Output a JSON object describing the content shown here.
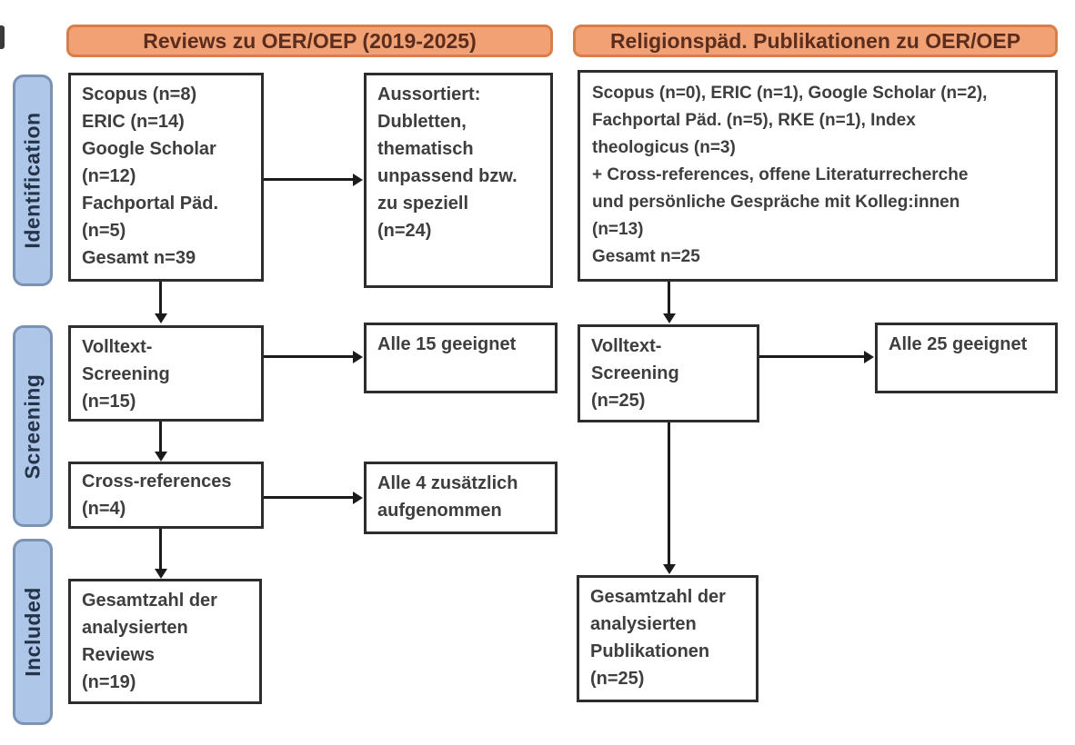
{
  "colors": {
    "header_fill": "#F1A173",
    "header_border": "#D87E4B",
    "header_text": "#5A2D1E",
    "stage_fill": "#AEC6E8",
    "stage_border": "#7B92B4",
    "stage_text": "#253349",
    "box_border": "#2D2D2D",
    "box_text": "#3E3E3E",
    "arrow": "#1B1B1B"
  },
  "headers": {
    "left": "Reviews zu OER/OEP (2019-2025)",
    "right": "Religionspäd. Publikationen zu OER/OEP"
  },
  "stages": {
    "identification": "Identification",
    "screening": "Screening",
    "included": "Included"
  },
  "left_flow": {
    "identification_box": "Scopus (n=8)\nERIC (n=14)\nGoogle Scholar\n(n=12)\nFachportal Päd.\n(n=5)\nGesamt n=39",
    "excluded_box": "Aussortiert:\nDubletten,\nthematisch\nunpassend bzw.\nzu speziell\n(n=24)",
    "screening_box": "Volltext-\nScreening\n(n=15)",
    "screening_result_box": "Alle 15 geeignet",
    "crossref_box": "Cross-references\n(n=4)",
    "crossref_result_box": "Alle 4 zusätzlich\naufgenommen",
    "included_box": "Gesamtzahl der\nanalysierten\nReviews\n(n=19)"
  },
  "right_flow": {
    "identification_box": "Scopus (n=0), ERIC (n=1), Google Scholar (n=2),\nFachportal Päd. (n=5), RKE (n=1), Index\ntheologicus (n=3)\n+ Cross-references, offene Literaturrecherche\nund persönliche Gespräche mit Kolleg:innen\n(n=13)\nGesamt n=25",
    "screening_box": "Volltext-\nScreening\n(n=25)",
    "screening_result_box": "Alle 25 geeignet",
    "included_box": "Gesamtzahl der\nanalysierten\nPublikationen\n(n=25)"
  }
}
